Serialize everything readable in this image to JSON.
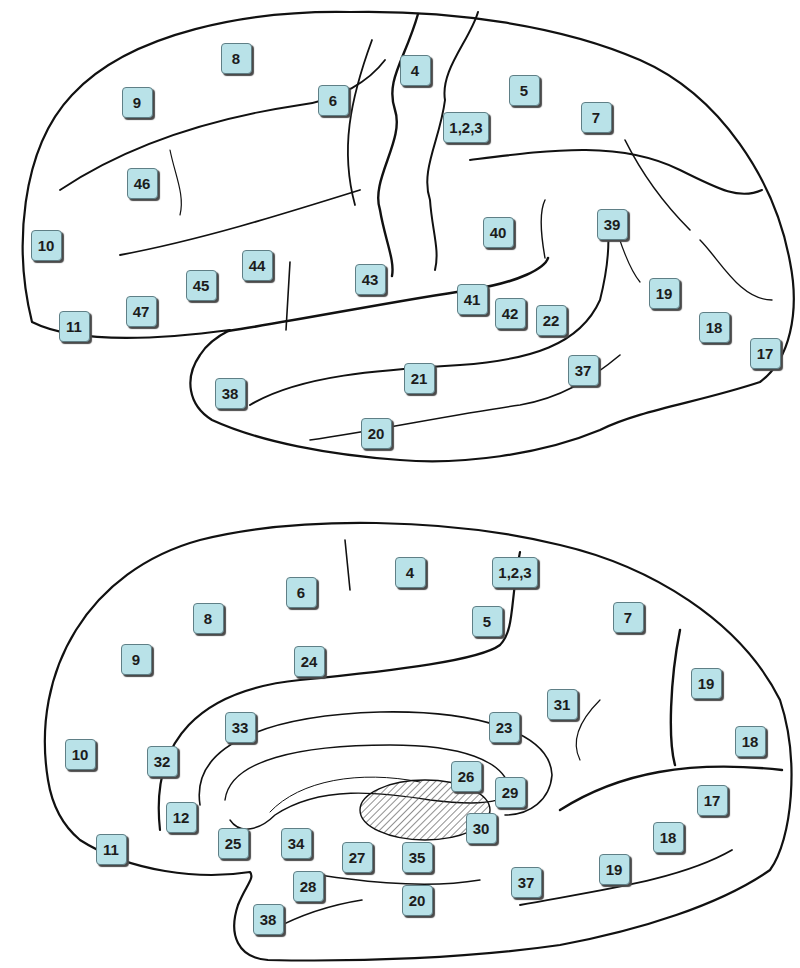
{
  "diagram": {
    "nodes": [
      {
        "text": [
          "8"
        ]
      },
      {
        "text": [
          "4"
        ]
      },
      {
        "text": [
          "5"
        ]
      },
      {
        "text": [
          "9"
        ]
      },
      {
        "text": [
          "6"
        ]
      },
      {
        "text": [
          "7"
        ]
      },
      {
        "text": [
          "1,2,3"
        ]
      },
      {
        "text": [
          "46"
        ]
      },
      {
        "text": [
          "39"
        ]
      },
      {
        "text": [
          "40"
        ]
      },
      {
        "text": [
          "10"
        ]
      },
      {
        "text": [
          "44"
        ]
      },
      {
        "text": [
          "43"
        ]
      },
      {
        "text": [
          "45"
        ]
      },
      {
        "text": [
          "19"
        ]
      },
      {
        "text": [
          "41"
        ]
      },
      {
        "text": [
          "47"
        ]
      },
      {
        "text": [
          "42"
        ]
      },
      {
        "text": [
          "22"
        ]
      },
      {
        "text": [
          "11"
        ]
      },
      {
        "text": [
          "18"
        ]
      },
      {
        "text": [
          "17"
        ]
      },
      {
        "text": [
          "37"
        ]
      },
      {
        "text": [
          "21"
        ]
      },
      {
        "text": [
          "38"
        ]
      },
      {
        "text": [
          "20"
        ]
      },
      {
        "text": [
          "4"
        ]
      },
      {
        "text": [
          "1,2,3"
        ]
      },
      {
        "text": [
          "6"
        ]
      },
      {
        "text": [
          "7"
        ]
      },
      {
        "text": [
          "8"
        ]
      },
      {
        "text": [
          "5"
        ]
      },
      {
        "text": [
          "9"
        ]
      },
      {
        "text": [
          "24"
        ]
      },
      {
        "text": [
          "19"
        ]
      },
      {
        "text": [
          "31"
        ]
      },
      {
        "text": [
          "33"
        ]
      },
      {
        "text": [
          "23"
        ]
      },
      {
        "text": [
          "18"
        ]
      },
      {
        "text": [
          "10"
        ]
      },
      {
        "text": [
          "32"
        ]
      },
      {
        "text": [
          "26"
        ]
      },
      {
        "text": [
          "29"
        ]
      },
      {
        "text": [
          "17"
        ]
      },
      {
        "text": [
          "12"
        ]
      },
      {
        "text": [
          "30"
        ]
      },
      {
        "text": [
          "18"
        ]
      },
      {
        "text": [
          "11"
        ]
      },
      {
        "text": [
          "25"
        ]
      },
      {
        "text": [
          "34"
        ]
      },
      {
        "text": [
          "27"
        ]
      },
      {
        "text": [
          "35"
        ]
      },
      {
        "text": [
          "19"
        ]
      },
      {
        "text": [
          "37"
        ]
      },
      {
        "text": [
          "28"
        ]
      },
      {
        "text": [
          "20"
        ]
      },
      {
        "text": [
          "38"
        ]
      }
    ]
  }
}
